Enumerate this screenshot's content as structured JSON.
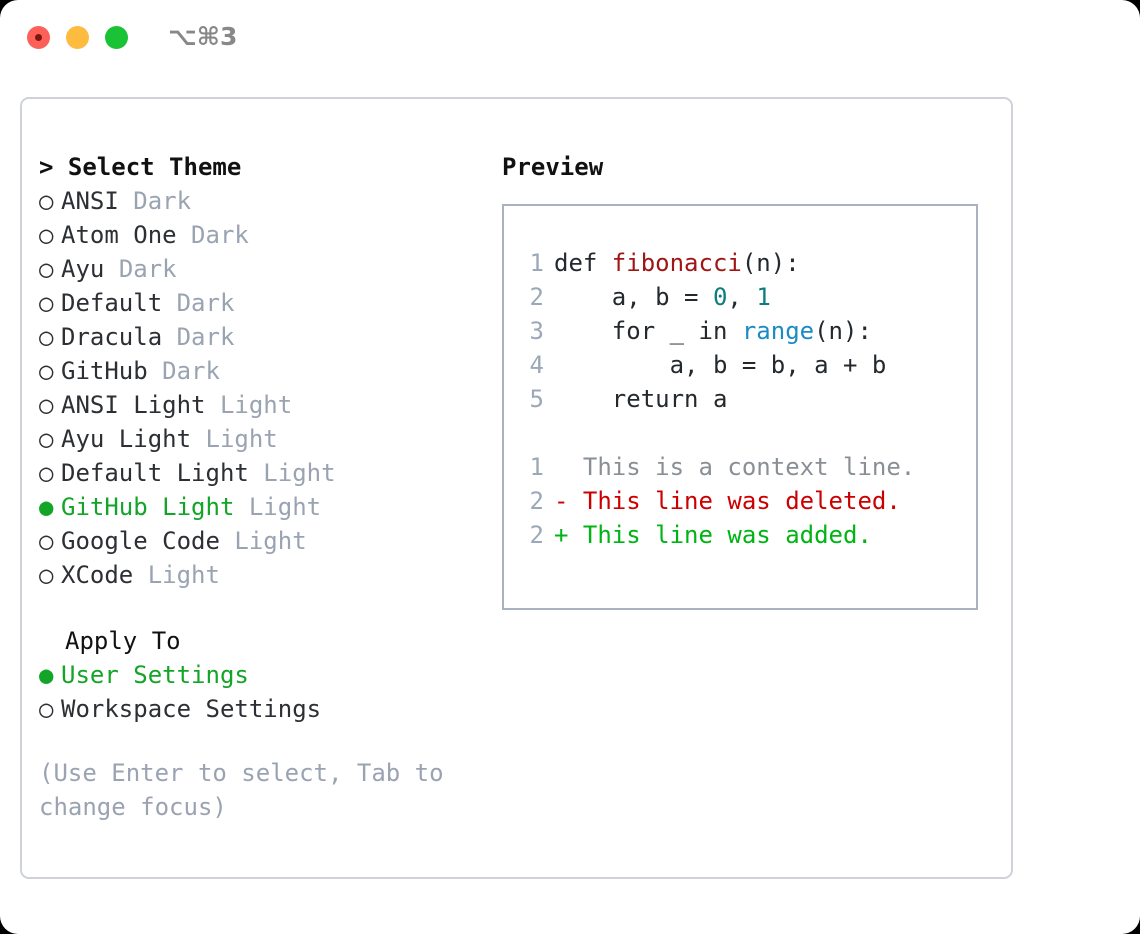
{
  "window": {
    "shortcut_title": "⌥⌘3",
    "traffic_lights": [
      "close-red",
      "minimize-yellow",
      "zoom-green"
    ]
  },
  "theme_picker": {
    "heading": "> Select Theme",
    "items": [
      {
        "marker": "○",
        "name": "ANSI",
        "tag": "Dark",
        "selected": false
      },
      {
        "marker": "○",
        "name": "Atom One",
        "tag": "Dark",
        "selected": false
      },
      {
        "marker": "○",
        "name": "Ayu",
        "tag": "Dark",
        "selected": false
      },
      {
        "marker": "○",
        "name": "Default",
        "tag": "Dark",
        "selected": false
      },
      {
        "marker": "○",
        "name": "Dracula",
        "tag": "Dark",
        "selected": false
      },
      {
        "marker": "○",
        "name": "GitHub",
        "tag": "Dark",
        "selected": false
      },
      {
        "marker": "○",
        "name": "ANSI Light",
        "tag": "Light",
        "selected": false
      },
      {
        "marker": "○",
        "name": "Ayu Light",
        "tag": "Light",
        "selected": false
      },
      {
        "marker": "○",
        "name": "Default Light",
        "tag": "Light",
        "selected": false
      },
      {
        "marker": "●",
        "name": "GitHub Light",
        "tag": "Light",
        "selected": true
      },
      {
        "marker": "○",
        "name": "Google Code",
        "tag": "Light",
        "selected": false
      },
      {
        "marker": "○",
        "name": "XCode",
        "tag": "Light",
        "selected": false
      }
    ]
  },
  "apply_to": {
    "heading": "Apply To",
    "items": [
      {
        "marker": "●",
        "name": "User Settings",
        "selected": true
      },
      {
        "marker": "○",
        "name": "Workspace Settings",
        "selected": false
      }
    ]
  },
  "hint": "(Use Enter to select, Tab to change focus)",
  "preview": {
    "heading": "Preview",
    "code_lines": [
      {
        "num": "1",
        "parts": [
          {
            "text": "def ",
            "kind": "kw"
          },
          {
            "text": "fibonacci",
            "kind": "fn"
          },
          {
            "text": "(n):",
            "kind": "plain"
          }
        ]
      },
      {
        "num": "2",
        "parts": [
          {
            "text": "    a, b = ",
            "kind": "plain"
          },
          {
            "text": "0",
            "kind": "num"
          },
          {
            "text": ", ",
            "kind": "plain"
          },
          {
            "text": "1",
            "kind": "num"
          }
        ]
      },
      {
        "num": "3",
        "parts": [
          {
            "text": "    for _ in ",
            "kind": "kw"
          },
          {
            "text": "range",
            "kind": "call"
          },
          {
            "text": "(n):",
            "kind": "plain"
          }
        ]
      },
      {
        "num": "4",
        "parts": [
          {
            "text": "        a, b = b, a + b",
            "kind": "plain"
          }
        ]
      },
      {
        "num": "5",
        "parts": [
          {
            "text": "    return a",
            "kind": "kw"
          }
        ]
      }
    ],
    "diff_lines": [
      {
        "num": "1",
        "sign": " ",
        "text": " This is a context line.",
        "kind": "context"
      },
      {
        "num": "2",
        "sign": "-",
        "text": " This line was deleted.",
        "kind": "deleted"
      },
      {
        "num": "2",
        "sign": "+",
        "text": " This line was added.",
        "kind": "added"
      }
    ]
  },
  "colors": {
    "selected_green": "#13a527",
    "tag_gray": "#9aa3b2",
    "code_function": "#a01616",
    "code_number": "#0b7d7d",
    "code_call": "#1b8bc4",
    "diff_deleted": "#cc0000",
    "diff_added": "#00b414",
    "panel_border": "#cfd3d8",
    "preview_border": "#a8b2c0"
  }
}
